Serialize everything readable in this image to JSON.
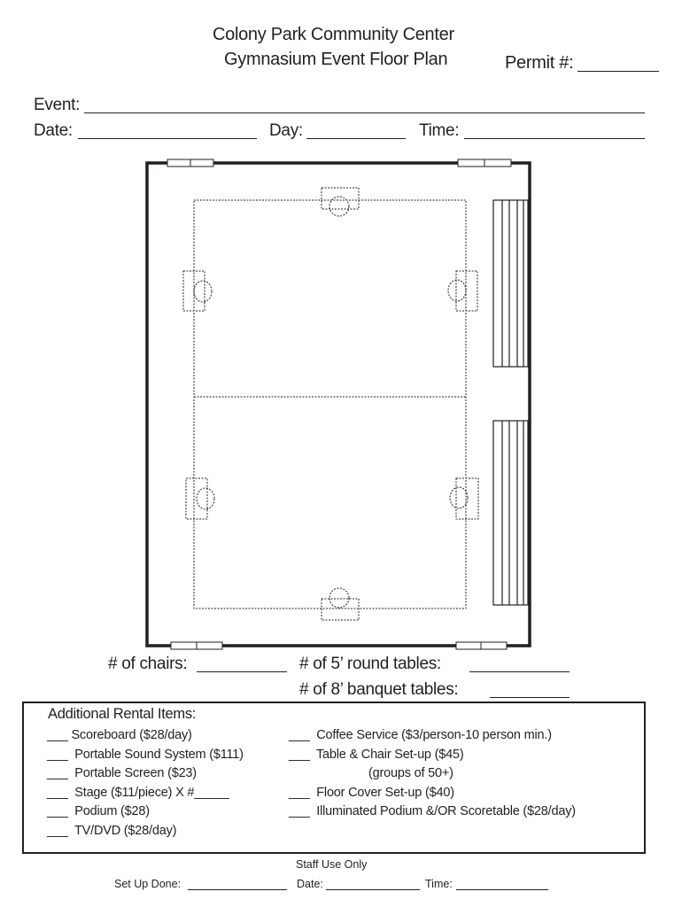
{
  "header": {
    "title_line1": "Colony Park Community Center",
    "title_line2": "Gymnasium Event Floor Plan",
    "permit_label": "Permit #:"
  },
  "fields": {
    "event_label": "Event:",
    "date_label": "Date:",
    "day_label": "Day:",
    "time_label": "Time:"
  },
  "counts": {
    "chairs_label": "# of chairs:",
    "round_tables_label": "# of 5’ round tables:",
    "banquet_tables_label": "# of 8’ banquet tables:"
  },
  "rentals": {
    "heading": "Additional Rental Items:",
    "blank": "___",
    "left": [
      "Scoreboard ($28/day)",
      "Portable Sound System ($111)",
      "Portable Screen ($23)",
      "Stage ($11/piece) X #_____",
      "Podium ($28)",
      "TV/DVD ($28/day)"
    ],
    "right": [
      "Coffee Service ($3/person-10 person min.)",
      "Table & Chair Set-up ($45)",
      "Floor Cover Set-up ($40)",
      "Illuminated Podium &/OR Scoretable ($28/day)"
    ],
    "right_note": "(groups of 50+)"
  },
  "staff": {
    "heading": "Staff Use Only",
    "setup_label": "Set Up Done:",
    "date_label": "Date:",
    "time_label": "Time:"
  }
}
